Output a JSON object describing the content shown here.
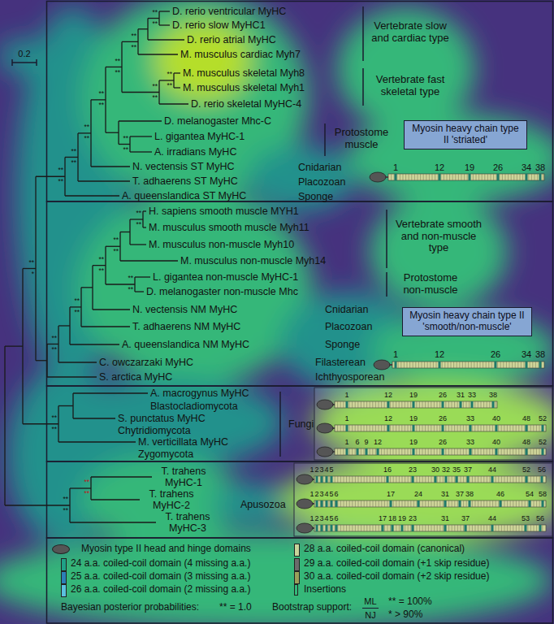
{
  "diagram": {
    "nodes": [
      {
        "text": [
          "Myosin heavy chain type II 'striated'"
        ]
      },
      {
        "text": [
          "Myosin heavy chain type II 'smooth/non-muscle'"
        ]
      }
    ],
    "labels": [
      "0.2",
      "D. rerio ventricular MyHC",
      "D. rerio slow MyHC1",
      "D. rerio atrial MyHC",
      "M. musculus cardiac Myh7",
      "M. musculus skeletal Myh8",
      "M. musculus skeletal Myh1",
      "D. rerio skeletal MyHC-4",
      "D. melanogaster Mhc-C",
      "L. gigantea MyHC-1",
      "A. irradians MyHC",
      "N. vectensis ST MyHC",
      "T. adhaerens ST MyHC",
      "A. queenslandica ST MyHC",
      "Vertebrate slow and cardiac type",
      "Vertebrate fast skeletal type",
      "Protostome muscle",
      "Cnidarian",
      "Placozoan",
      "Sponge",
      "1",
      "12",
      "19",
      "26",
      "34",
      "38",
      "H. sapiens smooth muscle MYH1",
      "M. musculus smooth muscle Myh11",
      "M. musculus non-muscle Myh10",
      "M. musculus non-muscle Myh14",
      "L. gigantea non-muscle MyHC-1",
      "D. melanogaster non-muscle Mhc",
      "N. vectensis NM MyHC",
      "T. adhaerens NM MyHC",
      "A. queenslandica NM MyHC",
      "C. owczarzaki MyHC",
      "S. arctica MyHC",
      "Vertebrate smooth and non-muscle type",
      "Protostome non-muscle",
      "Cnidarian",
      "Placozoan",
      "Sponge",
      "Filasterean",
      "Ichthyosporean",
      "1",
      "12",
      "26",
      "34",
      "38",
      "A. macrogynus MyHC",
      "Blastocladiomycota",
      "S. punctatus MyHC",
      "Chytridiomycota",
      "M. verticillata MyHC",
      "Zygomycota",
      "Fungi",
      "1",
      "12",
      "19",
      "26",
      "31",
      "33",
      "38",
      "1",
      "12",
      "19",
      "26",
      "33",
      "40",
      "48",
      "52",
      "1",
      "6",
      "9",
      "12",
      "19",
      "26",
      "33",
      "40",
      "48",
      "52",
      "T. trahens MyHC-1",
      "T. trahens MyHC-2",
      "T. trahens MyHC-3",
      "Apusozoa",
      "1",
      "2",
      "3",
      "4",
      "5",
      "16",
      "23",
      "30",
      "32",
      "35",
      "37",
      "44",
      "52",
      "56",
      "1",
      "2",
      "3",
      "4",
      "5",
      "6",
      "17",
      "24",
      "31",
      "37",
      "38",
      "46",
      "54",
      "58",
      "1",
      "2",
      "3",
      "4",
      "5",
      "6",
      "17",
      "18",
      "19",
      "23",
      "31",
      "37",
      "44",
      "53",
      "56",
      "Bayesian posterior probabilities:",
      "** = 1.0",
      "Bootstrap support:",
      "ML",
      "NJ",
      "** = 100%",
      "* > 90%",
      "**",
      "**",
      "**",
      "**",
      "**",
      "**",
      "**",
      "**",
      "**",
      "**",
      "**",
      "**",
      "**",
      "**",
      "**",
      "**",
      "**",
      "**",
      "**",
      "**",
      "**",
      "**",
      "**",
      "**",
      "**",
      "**",
      "**",
      "**",
      "**",
      "**",
      "**",
      "**",
      "**",
      "*",
      "**",
      "**",
      "**",
      "**",
      "**",
      "**"
    ],
    "legend": [
      {
        "text": "Myosin type II head and hinge domains"
      },
      {
        "text": "24 a.a. coiled-coil domain (4 missing a.a.)",
        "color": "#1fa187"
      },
      {
        "text": "25 a.a. coiled-coil domain (3 missing a.a.)",
        "color": "#2c7fb8"
      },
      {
        "text": "26 a.a. coiled-coil domain (2 missing a.a.)",
        "color": "#5bc0de"
      },
      {
        "text": "28 a.a. coiled-coil domain (canonical)",
        "color": "#c8d49a"
      },
      {
        "text": "29 a.a. coiled-coil domain (+1 skip residue)",
        "color": "#6b6b6b"
      },
      {
        "text": "30 a.a. coiled-coil domain (+2 skip residue)",
        "color": "#9aa05a"
      },
      {
        "text": "Insertions"
      }
    ]
  }
}
